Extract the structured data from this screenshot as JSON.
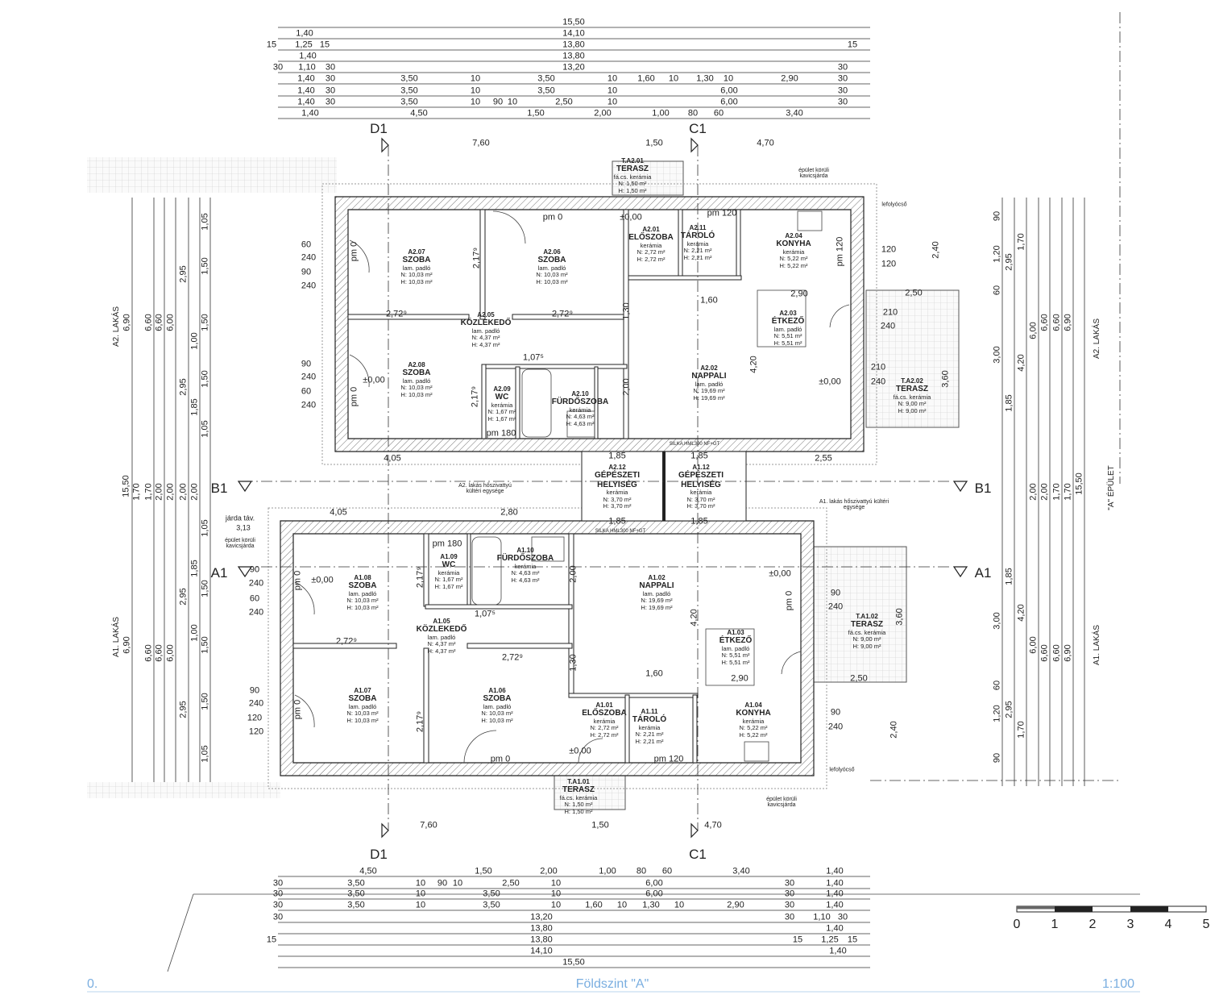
{
  "drawing": {
    "sheet_number": "0.",
    "title": "Földszint \"A\"",
    "scale": "1:100",
    "scale_bar_labels": [
      "0",
      "1",
      "2",
      "3",
      "4",
      "5"
    ]
  },
  "colors": {
    "line": "#222222",
    "footer": "#7aaee0",
    "hatch": "#888888"
  },
  "sections": {
    "b1": "B1",
    "a1": "A1",
    "d1": "D1",
    "c1": "C1"
  },
  "labels": {
    "a2_lakas": "A2. LAKÁS",
    "a1_lakas": "A1. LAKÁS",
    "a_epulet": "\"A\" ÉPÜLET",
    "kavicsjarda": "épület körüli kavicsjárda",
    "lefolyocso": "lefolyócső",
    "a2_hoszivattyu": "A2. lakás hőszivattyú kültéri egysége",
    "a1_hoszivattyu": "A1. lakás hőszivattyú kültéri egysége",
    "silka": "SILKA HML300 NF+GT",
    "jarda": "járda táv.",
    "jarda_val": "3,13"
  },
  "rooms": [
    {
      "id": "A2.07",
      "name": "SZOBA",
      "floor": "lam. padló",
      "n": "N: 10,03 m²",
      "h": "H: 10,03 m²"
    },
    {
      "id": "A2.06",
      "name": "SZOBA",
      "floor": "lam. padló",
      "n": "N: 10,03 m²",
      "h": "H: 10,03 m²"
    },
    {
      "id": "A2.05",
      "name": "KÖZLEKEDŐ",
      "floor": "lam. padló",
      "n": "N: 4,37 m²",
      "h": "H: 4,37 m²"
    },
    {
      "id": "A2.08",
      "name": "SZOBA",
      "floor": "lam. padló",
      "n": "N: 10,03 m²",
      "h": "H: 10,03 m²"
    },
    {
      "id": "A2.09",
      "name": "WC",
      "floor": "kerámia",
      "n": "N: 1,67 m²",
      "h": "H: 1,67 m²"
    },
    {
      "id": "A2.10",
      "name": "FÜRDŐSZOBA",
      "floor": "kerámia",
      "n": "N: 4,63 m²",
      "h": "H: 4,63 m²"
    },
    {
      "id": "A2.01",
      "name": "ELŐSZOBA",
      "floor": "kerámia",
      "n": "N: 2,72 m²",
      "h": "H: 2,72 m²"
    },
    {
      "id": "A2.11",
      "name": "TÁROLÓ",
      "floor": "kerámia",
      "n": "N: 2,21 m²",
      "h": "H: 2,21 m²"
    },
    {
      "id": "A2.04",
      "name": "KONYHA",
      "floor": "kerámia",
      "n": "N: 5,22 m²",
      "h": "H: 5,22 m²"
    },
    {
      "id": "A2.03",
      "name": "ÉTKEZŐ",
      "floor": "lam. padló",
      "n": "N: 5,51 m²",
      "h": "H: 5,51 m²"
    },
    {
      "id": "A2.02",
      "name": "NAPPALI",
      "floor": "lam. padló",
      "n": "N: 19,69 m²",
      "h": "H: 19,69 m²"
    },
    {
      "id": "T.A2.02",
      "name": "TERASZ",
      "floor": "fá.cs. kerámia",
      "n": "N: 9,00 m²",
      "h": "H: 9,00 m²"
    },
    {
      "id": "T.A2.01",
      "name": "TERASZ",
      "floor": "fá.cs. kerámia",
      "n": "N: 1,50 m²",
      "h": "H: 1,50 m²"
    },
    {
      "id": "A2.12",
      "name": "GÉPÉSZETI HELYISÉG",
      "floor": "kerámia",
      "n": "N: 3,70 m²",
      "h": "H: 3,70 m²"
    },
    {
      "id": "A1.12",
      "name": "GÉPÉSZETI HELYISÉG",
      "floor": "kerámia",
      "n": "N: 3,70 m²",
      "h": "H: 3,70 m²"
    },
    {
      "id": "A1.08",
      "name": "SZOBA",
      "floor": "lam. padló",
      "n": "N: 10,03 m²",
      "h": "H: 10,03 m²"
    },
    {
      "id": "A1.09",
      "name": "WC",
      "floor": "kerámia",
      "n": "N: 1,67 m²",
      "h": "H: 1,67 m²"
    },
    {
      "id": "A1.10",
      "name": "FÜRDŐSZOBA",
      "floor": "kerámia",
      "n": "N: 4,63 m²",
      "h": "H: 4,63 m²"
    },
    {
      "id": "A1.05",
      "name": "KÖZLEKEDŐ",
      "floor": "lam. padló",
      "n": "N: 4,37 m²",
      "h": "H: 4,37 m²"
    },
    {
      "id": "A1.07",
      "name": "SZOBA",
      "floor": "lam. padló",
      "n": "N: 10,03 m²",
      "h": "H: 10,03 m²"
    },
    {
      "id": "A1.06",
      "name": "SZOBA",
      "floor": "lam. padló",
      "n": "N: 10,03 m²",
      "h": "H: 10,03 m²"
    },
    {
      "id": "A1.02",
      "name": "NAPPALI",
      "floor": "lam. padló",
      "n": "N: 19,69 m²",
      "h": "H: 19,69 m²"
    },
    {
      "id": "A1.03",
      "name": "ÉTKEZŐ",
      "floor": "lam. padló",
      "n": "N: 5,51 m²",
      "h": "H: 5,51 m²"
    },
    {
      "id": "A1.01",
      "name": "ELŐSZOBA",
      "floor": "kerámia",
      "n": "N: 2,72 m²",
      "h": "H: 2,72 m²"
    },
    {
      "id": "A1.11",
      "name": "TÁROLÓ",
      "floor": "kerámia",
      "n": "N: 2,21 m²",
      "h": "H: 2,21 m²"
    },
    {
      "id": "A1.04",
      "name": "KONYHA",
      "floor": "kerámia",
      "n": "N: 5,22 m²",
      "h": "H: 5,22 m²"
    },
    {
      "id": "T.A1.02",
      "name": "TERASZ",
      "floor": "fá.cs. kerámia",
      "n": "N: 9,00 m²",
      "h": "H: 9,00 m²"
    },
    {
      "id": "T.A1.01",
      "name": "TERASZ",
      "floor": "fá.cs. kerámia",
      "n": "N: 1,50 m²",
      "h": "H: 1,50 m²"
    }
  ],
  "dims": {
    "top": [
      [
        "15,50"
      ],
      [
        "1,40",
        "14,10"
      ],
      [
        "15",
        "1,25",
        "15",
        "13,80",
        "15"
      ],
      [
        "1,40",
        "13,80"
      ],
      [
        "30",
        "1,10",
        "30",
        "13,20",
        "30"
      ],
      [
        "1,40",
        "30",
        "3,50",
        "10",
        "3,50",
        "10",
        "1,60",
        "10",
        "1,30",
        "10",
        "2,90",
        "30"
      ],
      [
        "1,40",
        "30",
        "3,50",
        "10",
        "3,50",
        "10",
        "6,00",
        "30"
      ],
      [
        "1,40",
        "30",
        "3,50",
        "10",
        "90",
        "10",
        "2,50",
        "10",
        "6,00",
        "30"
      ],
      [
        "1,40",
        "4,50",
        "1,50",
        "2,00",
        "1,00",
        "80",
        "60",
        "3,40"
      ]
    ],
    "bottom": [
      [
        "4,50",
        "1,50",
        "2,00",
        "1,00",
        "80",
        "60",
        "3,40",
        "1,40"
      ],
      [
        "30",
        "3,50",
        "10",
        "90",
        "10",
        "2,50",
        "10",
        "6,00",
        "30",
        "1,40"
      ],
      [
        "30",
        "3,50",
        "10",
        "3,50",
        "10",
        "6,00",
        "30",
        "1,40"
      ],
      [
        "30",
        "3,50",
        "10",
        "3,50",
        "10",
        "1,60",
        "10",
        "1,30",
        "10",
        "2,90",
        "30",
        "1,40"
      ],
      [
        "30",
        "13,20",
        "30",
        "1,10",
        "30"
      ],
      [
        "13,80",
        "1,40"
      ],
      [
        "15",
        "13,80",
        "15",
        "1,25",
        "15"
      ],
      [
        "14,10",
        "1,40"
      ],
      [
        "15,50"
      ]
    ],
    "left": [
      "6,90",
      "6,60",
      "6,60",
      "6,00",
      "2,95",
      "2,95",
      "1,05",
      "1,50",
      "1,50",
      "1,50",
      "1,05",
      "1,85",
      "1,00",
      "15,50",
      "1,70",
      "1,70",
      "2,00",
      "2,00",
      "2,00",
      "2,00",
      "6,90",
      "6,60",
      "6,60",
      "6,00",
      "2,95",
      "2,95",
      "1,05",
      "1,50",
      "1,50",
      "1,50",
      "1,05",
      "1,85",
      "1,00"
    ],
    "right": [
      "90",
      "1,20",
      "60",
      "3,00",
      "1,85",
      "2,95",
      "1,70",
      "6,00",
      "6,60",
      "6,60",
      "6,90",
      "4,20",
      "15,50",
      "1,70",
      "1,70",
      "2,00",
      "2,00",
      "90",
      "1,20",
      "60",
      "3,00",
      "1,85",
      "2,95",
      "1,70",
      "6,00",
      "6,60",
      "6,60",
      "6,90",
      "4,20"
    ],
    "inner": [
      "7,60",
      "1,50",
      "4,70",
      "7,60",
      "1,50",
      "4,70",
      "2,72⁹",
      "2,72⁹",
      "2,72⁹",
      "2,72⁹",
      "2,17⁹",
      "2,17⁹",
      "2,17⁹",
      "2,17⁹",
      "1,07⁵",
      "1,07⁵",
      "1,60",
      "1,60",
      "2,90",
      "2,90",
      "4,20",
      "4,20",
      "2,00",
      "2,00",
      "1,30",
      "1,30",
      "2,50",
      "2,50",
      "3,60",
      "3,60",
      "2,40",
      "2,40",
      "4,05",
      "4,05",
      "2,80",
      "1,85",
      "1,85",
      "1,85",
      "1,85",
      "2,55"
    ],
    "openings": [
      "pm 0",
      "pm 0",
      "pm 0",
      "pm 120",
      "pm 120",
      "pm 180",
      "pm 0",
      "pm 0",
      "pm 0",
      "pm 0",
      "pm 180",
      "pm 120",
      "±0,00",
      "±0,00",
      "±0,00",
      "±0,00",
      "±0,00",
      "±0,00",
      "60",
      "240",
      "90",
      "240",
      "90",
      "240",
      "60",
      "240",
      "90",
      "240",
      "60",
      "240",
      "90",
      "240",
      "120",
      "120",
      "120",
      "120",
      "90",
      "240",
      "210",
      "240",
      "210",
      "240",
      "90",
      "240"
    ]
  }
}
